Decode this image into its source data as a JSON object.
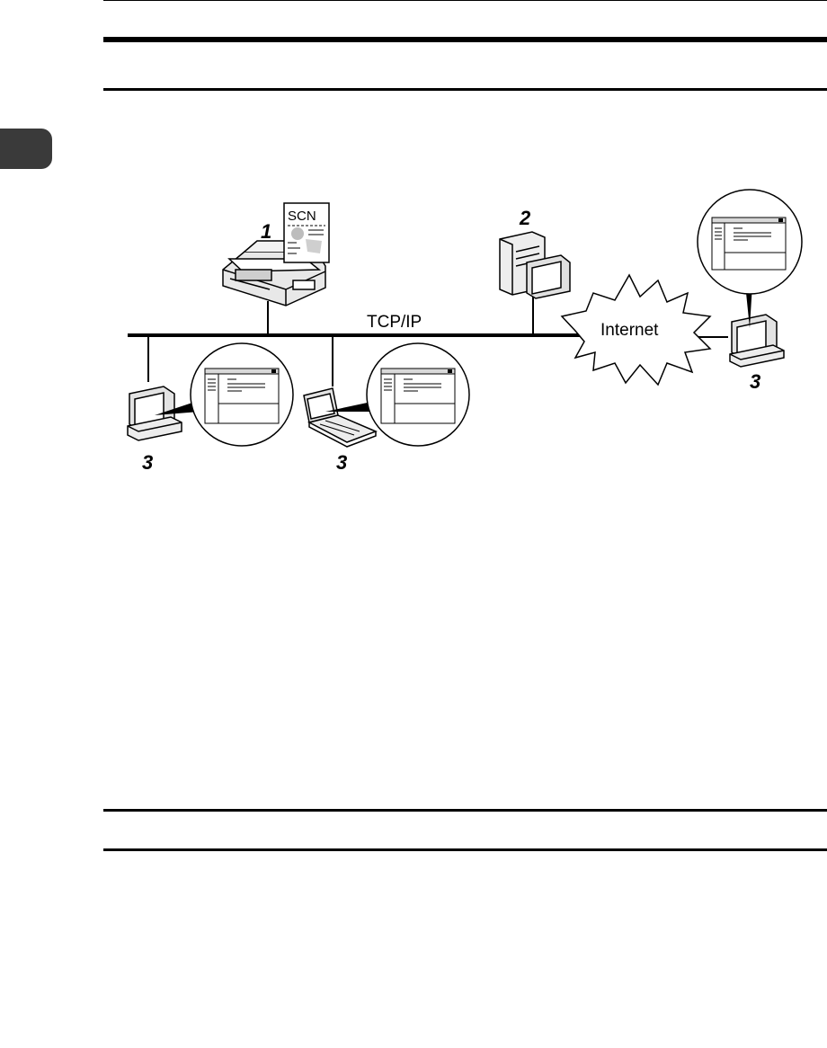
{
  "diagram": {
    "document_label": "SCN",
    "network_label": "TCP/IP",
    "cloud_label": "Internet",
    "callouts": {
      "scanner": "1",
      "server": "2",
      "client_desktop": "3",
      "client_laptop": "3",
      "client_remote": "3"
    }
  },
  "colors": {
    "ink": "#000000",
    "thumb_tab": "#3a3a3a",
    "light_gray": "#d9d9d9",
    "mid_gray": "#bdbdbd"
  }
}
